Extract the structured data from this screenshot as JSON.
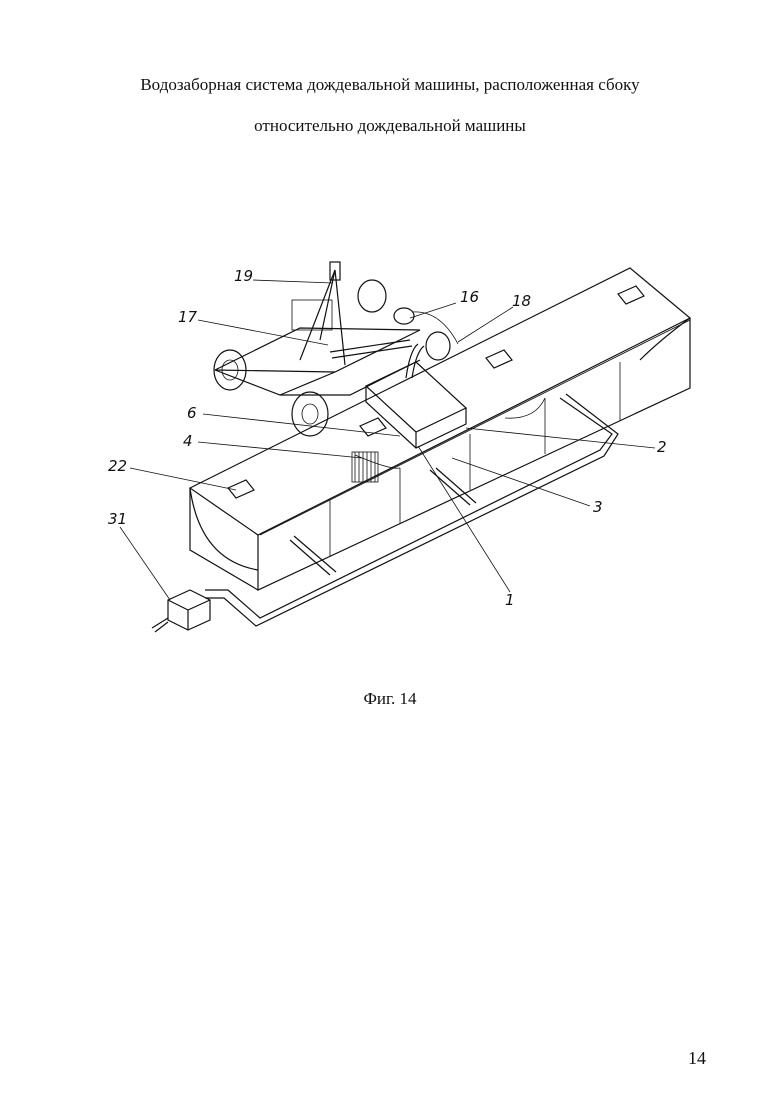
{
  "title_line1": "Водозаборная система дождевальной машины, расположенная сбоку",
  "title_line2": "относительно дождевальной машины",
  "caption": "Фиг. 14",
  "page_number": "14",
  "labels": {
    "l19": "19",
    "l16": "16",
    "l18": "18",
    "l17": "17",
    "l6": "6",
    "l4": "4",
    "l2": "2",
    "l22": "22",
    "l3": "3",
    "l31": "31",
    "l1": "1"
  }
}
